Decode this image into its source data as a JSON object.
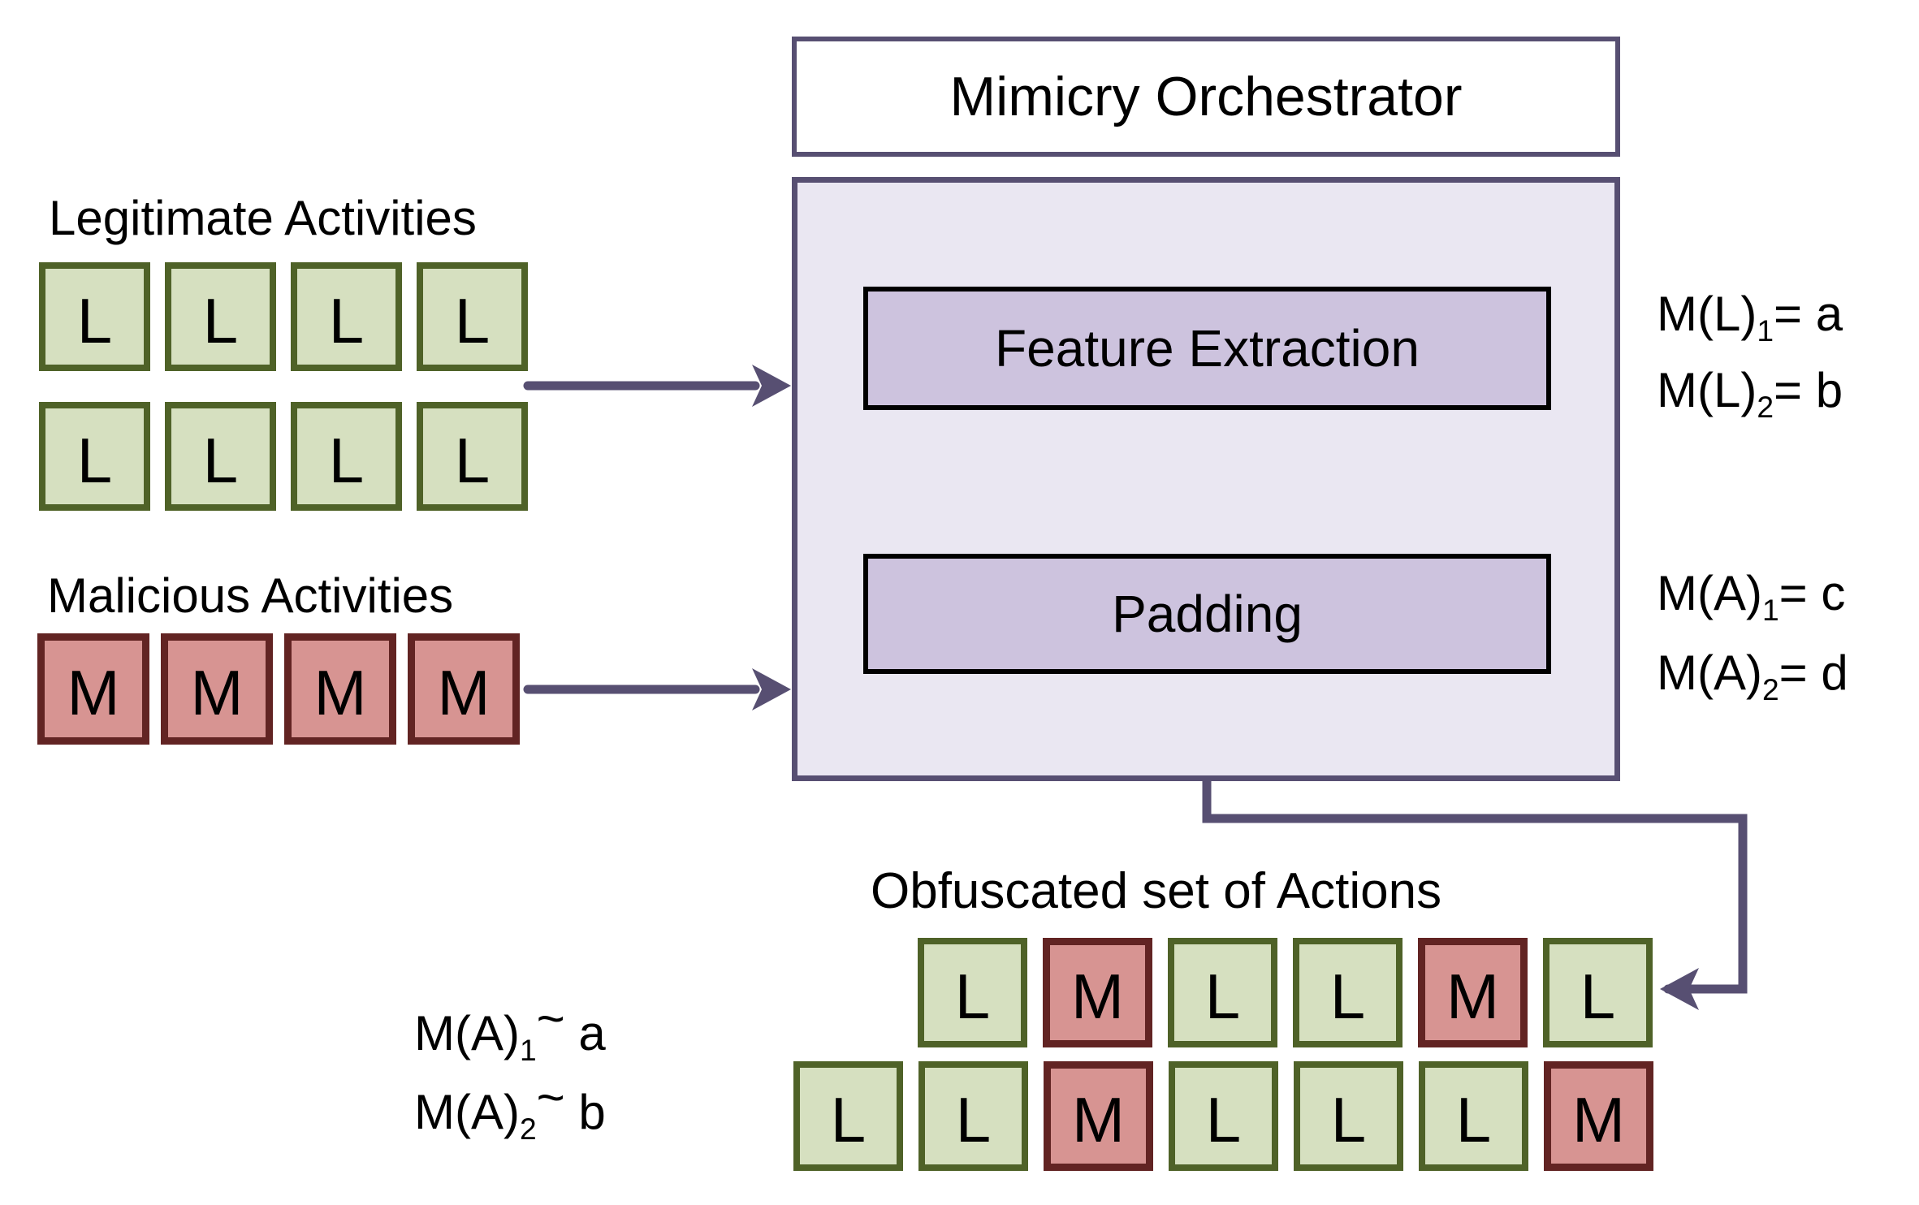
{
  "title": "Mimicry Orchestrator",
  "pipeline": {
    "feature_extraction": "Feature Extraction",
    "padding": "Padding"
  },
  "legitimate": {
    "label": "Legitimate Activities",
    "rows": [
      [
        "L",
        "L",
        "L",
        "L"
      ],
      [
        "L",
        "L",
        "L",
        "L"
      ]
    ]
  },
  "malicious": {
    "label": "Malicious Activities",
    "rows": [
      [
        "M",
        "M",
        "M",
        "M"
      ]
    ]
  },
  "obfuscated": {
    "label": "Obfuscated set of Actions",
    "rows": [
      [
        "L",
        "M",
        "L",
        "L",
        "M",
        "L"
      ],
      [
        "L",
        "L",
        "M",
        "L",
        "L",
        "L",
        "M"
      ]
    ]
  },
  "formulas": {
    "legitimate_mimicry": [
      {
        "base": "M(L)",
        "sub": "1",
        "op": "=",
        "value": "a"
      },
      {
        "base": "M(L)",
        "sub": "2",
        "op": "=",
        "value": "b"
      }
    ],
    "malicious_mimicry": [
      {
        "base": "M(A)",
        "sub": "1",
        "op": "=",
        "value": "c"
      },
      {
        "base": "M(A)",
        "sub": "2",
        "op": "=",
        "value": "d"
      }
    ],
    "obfuscated_similarity": [
      {
        "base": "M(A)",
        "sub": "1",
        "op": "~",
        "value": "a"
      },
      {
        "base": "M(A)",
        "sub": "2",
        "op": "~",
        "value": "b"
      }
    ]
  },
  "colors": {
    "purple_accent": "#574f72",
    "orchestrator_fill": "#eae7f2",
    "step_fill": "#cdc3de",
    "legitimate_fill": "#d6e0c0",
    "legitimate_border": "#4f6228",
    "malicious_fill": "#d79492",
    "malicious_border": "#622423"
  }
}
